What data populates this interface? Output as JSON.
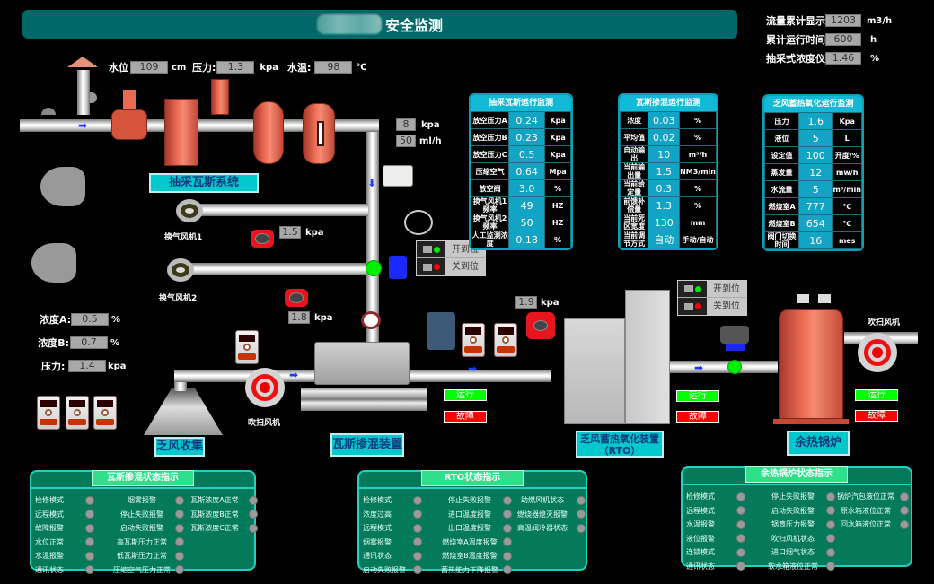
{
  "header": {
    "title": "安全监测"
  },
  "top_right": [
    {
      "label": "流量累计显示",
      "value": "1203",
      "unit": "m3/h"
    },
    {
      "label": "累计运行时间",
      "value": "600",
      "unit": "h"
    },
    {
      "label": "抽采式浓度仪",
      "value": "1.46",
      "unit": "%"
    }
  ],
  "top_readings": [
    {
      "label": "水位",
      "value": "109",
      "unit": "cm"
    },
    {
      "label": "压力:",
      "value": "1.3",
      "unit": "kpa"
    },
    {
      "label": "水温:",
      "value": "98",
      "unit": "℃"
    }
  ],
  "vertical_readings": [
    {
      "value": "8",
      "unit": "kpa"
    },
    {
      "value": "50",
      "unit": "ml/h"
    }
  ],
  "fan_readings": [
    {
      "value": "1.5",
      "unit": "kpa"
    },
    {
      "value": "1.8",
      "unit": "kpa"
    }
  ],
  "pipe_reading": {
    "value": "1.9",
    "unit": "kpa"
  },
  "left_readings": [
    {
      "label": "浓度A:",
      "value": "0.5",
      "unit": "%"
    },
    {
      "label": "浓度B:",
      "value": "0.7",
      "unit": "%"
    },
    {
      "label": "压力:",
      "value": "1.4",
      "unit": "kpa"
    }
  ],
  "equipment_labels": {
    "extraction": "抽采瓦斯系统",
    "fan1": "换气风机1",
    "fan2": "换气风机2",
    "blower1": "吹扫风机",
    "blower2": "吹扫风机",
    "collection": "乏风收集",
    "mixing": "瓦斯掺混装置",
    "rto_line1": "乏风蓄热氧化装置",
    "rto_line2": "（RTO）",
    "boiler": "余热锅炉"
  },
  "valve_status": {
    "open": "开到位",
    "close": "关到位"
  },
  "run_labels": {
    "run": "运行",
    "fault": "故障"
  },
  "panels": [
    {
      "title": "抽采瓦斯运行监测",
      "rows": [
        {
          "name": "放空压力A",
          "value": "0.24",
          "unit": "Kpa"
        },
        {
          "name": "放空压力B",
          "value": "0.23",
          "unit": "Kpa"
        },
        {
          "name": "放空压力C",
          "value": "0.5",
          "unit": "Kpa"
        },
        {
          "name": "压缩空气",
          "value": "0.64",
          "unit": "Mpa"
        },
        {
          "name": "放空阀",
          "value": "3.0",
          "unit": "%"
        },
        {
          "name": "换气风机1频率",
          "value": "49",
          "unit": "HZ"
        },
        {
          "name": "换气风机2频率",
          "value": "50",
          "unit": "HZ"
        },
        {
          "name": "人工监测浓度",
          "value": "0.18",
          "unit": "%"
        }
      ]
    },
    {
      "title": "瓦斯掺混运行监测",
      "rows": [
        {
          "name": "浓度",
          "value": "0.03",
          "unit": "%"
        },
        {
          "name": "平均值",
          "value": "0.02",
          "unit": "%"
        },
        {
          "name": "自动输出",
          "value": "10",
          "unit": "m³/h"
        },
        {
          "name": "当前输出量",
          "value": "1.5",
          "unit": "NM3/min"
        },
        {
          "name": "当前给定量",
          "value": "0.3",
          "unit": "%"
        },
        {
          "name": "前馈补偿量",
          "value": "1.3",
          "unit": "%"
        },
        {
          "name": "当前死区宽度",
          "value": "130",
          "unit": "mm"
        },
        {
          "name": "当前调节方式",
          "value": "自动",
          "unit": "手动/自动"
        }
      ]
    },
    {
      "title": "乏风蓄热氧化运行监测",
      "rows": [
        {
          "name": "压力",
          "value": "1.6",
          "unit": "Kpa"
        },
        {
          "name": "液位",
          "value": "5",
          "unit": "L"
        },
        {
          "name": "设定值",
          "value": "100",
          "unit": "开度/%"
        },
        {
          "name": "蒸发量",
          "value": "12",
          "unit": "mw/h"
        },
        {
          "name": "水流量",
          "value": "5",
          "unit": "m³/min"
        },
        {
          "name": "燃烧室A",
          "value": "777",
          "unit": "℃"
        },
        {
          "name": "燃烧室B",
          "value": "654",
          "unit": "℃"
        },
        {
          "name": "阀门切换时间",
          "value": "16",
          "unit": "mes"
        }
      ]
    }
  ],
  "status_panels": [
    {
      "title": "瓦斯掺混状态指示",
      "columns": [
        [
          "检修模式",
          "远程模式",
          "故障报警",
          "水位正常",
          "水温报警",
          "通讯状态"
        ],
        [
          "烟雾报警",
          "停止失败报警",
          "启动失败报警",
          "高瓦斯压力正常",
          "低瓦斯压力正常",
          "压缩空气压力正常"
        ],
        [
          "瓦斯浓度A正常",
          "瓦斯浓度B正常",
          "瓦斯浓度C正常"
        ]
      ]
    },
    {
      "title": "RTO状态指示",
      "columns": [
        [
          "检修模式",
          "浓度过高",
          "远程模式",
          "烟雾报警",
          "通讯状态",
          "启动失败报警"
        ],
        [
          "停止失败报警",
          "进口温度报警",
          "出口温度报警",
          "燃烧室A温度报警",
          "燃烧室B温度报警",
          "蓄热能力下降报警"
        ],
        [
          "助燃风机状态",
          "燃烧器熄灭报警",
          "高温阀冷器状态"
        ]
      ]
    },
    {
      "title": "余热锅炉状态指示",
      "columns": [
        [
          "检修模式",
          "远程模式",
          "水温报警",
          "液位报警",
          "连锁模式",
          "通讯状态"
        ],
        [
          "停止失败报警",
          "启动失败报警",
          "锅筒压力报警",
          "吹扫风机状态",
          "进口烟气状态",
          "软水箱液位正常"
        ],
        [
          "锅炉汽包液位正常",
          "原水箱液位正常",
          "回水箱液位正常"
        ]
      ]
    }
  ],
  "colors": {
    "run": "#00ff00",
    "fault": "#ff0000",
    "panel_head": "#12b8d6",
    "title_bar": "#006868",
    "status_bg": "#047a5a"
  }
}
